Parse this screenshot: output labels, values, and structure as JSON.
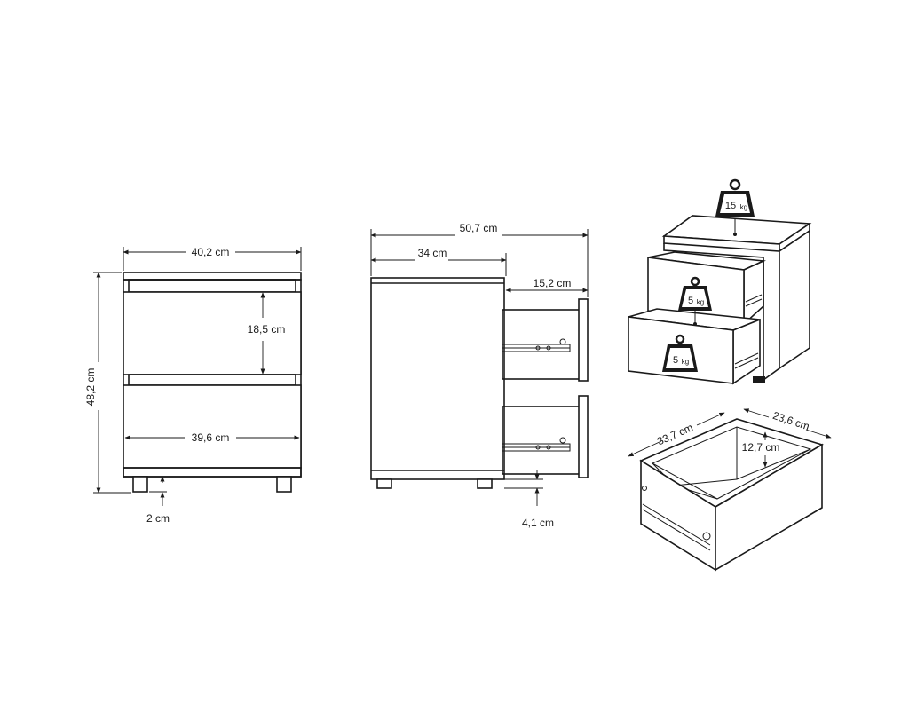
{
  "front_view": {
    "width_label": "40,2 cm",
    "drawer_height_label": "18,5 cm",
    "drawer_width_label": "39,6 cm",
    "total_height_label": "48,2 cm",
    "foot_height_label": "2 cm"
  },
  "side_view": {
    "total_depth_label": "50,7 cm",
    "body_depth_label": "34 cm",
    "drawer_extension_label": "15,2 cm",
    "foot_height_label": "4,1 cm"
  },
  "load_view": {
    "top_load_value": "15",
    "top_load_unit": "kg",
    "upper_drawer_load_value": "5",
    "upper_drawer_load_unit": "kg",
    "lower_drawer_load_value": "5",
    "lower_drawer_load_unit": "kg"
  },
  "drawer_view": {
    "length_label": "33,7 cm",
    "width_label": "23,6 cm",
    "height_label": "12,7 cm"
  }
}
